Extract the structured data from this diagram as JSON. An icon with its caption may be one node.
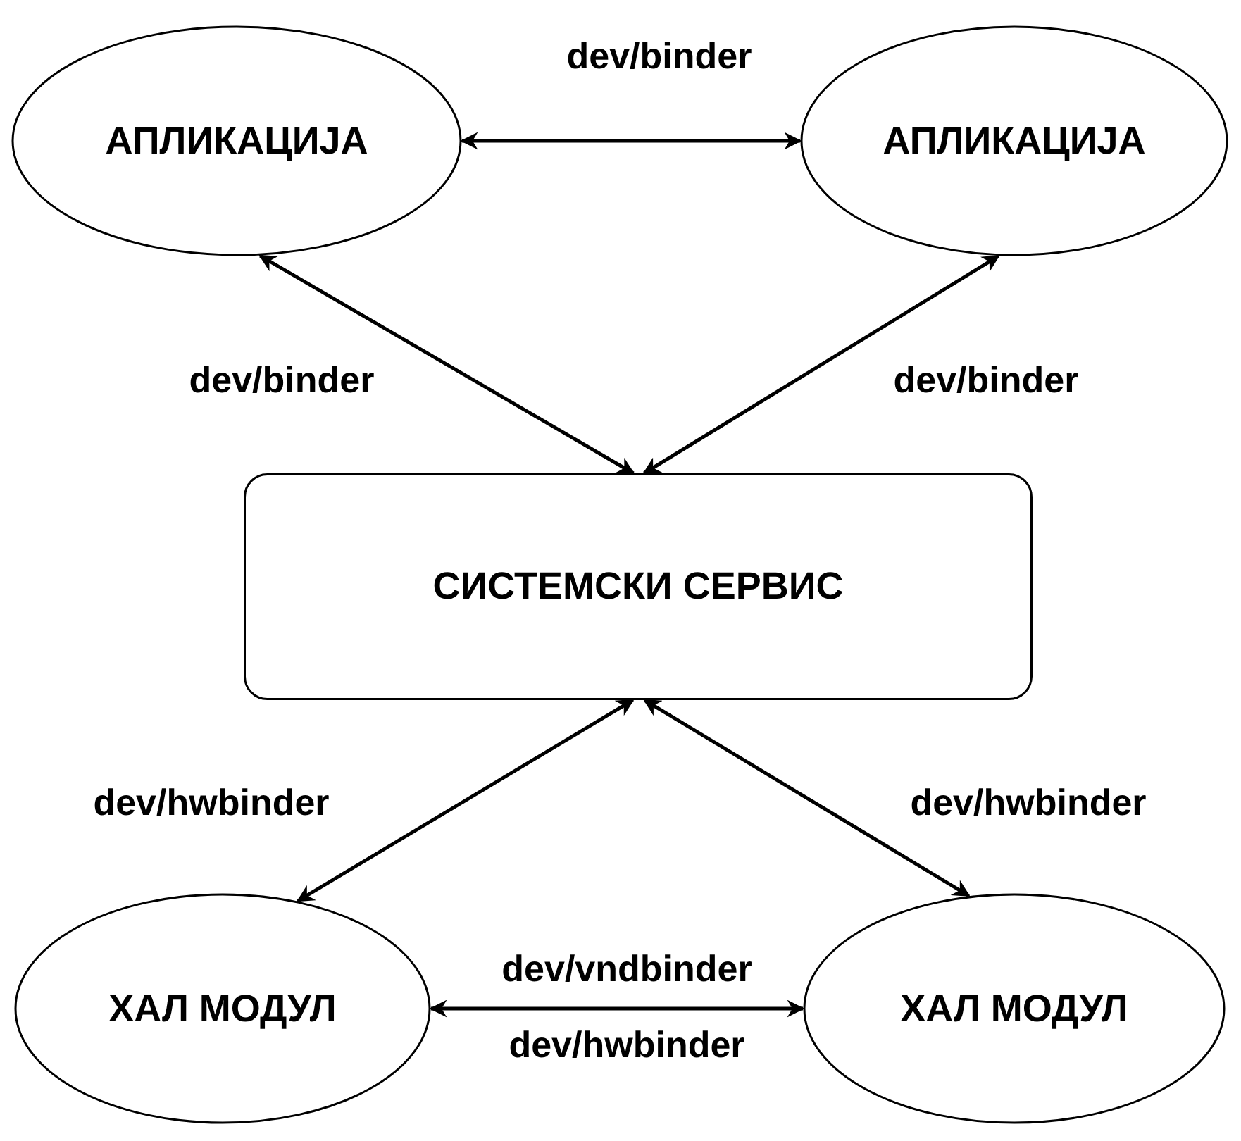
{
  "diagram": {
    "nodes": [
      {
        "text": [
          "АПЛИКАЦИЈА"
        ]
      },
      {
        "text": [
          "АПЛИКАЦИЈА"
        ]
      },
      {
        "text": [
          "СИСТЕМСКИ СЕРВИС"
        ]
      },
      {
        "text": [
          "ХАЛ МОДУЛ"
        ]
      },
      {
        "text": [
          "ХАЛ МОДУЛ"
        ]
      }
    ],
    "edges": [
      {
        "from": 0,
        "to": 1,
        "arrow": "both",
        "label": "dev/binder"
      },
      {
        "from": 0,
        "to": 2,
        "arrow": "both",
        "label": "dev/binder"
      },
      {
        "from": 1,
        "to": 2,
        "arrow": "both",
        "label": "dev/binder"
      },
      {
        "from": 2,
        "to": 3,
        "arrow": "both",
        "label": "dev/hwbinder"
      },
      {
        "from": 2,
        "to": 4,
        "arrow": "both",
        "label": "dev/hwbinder"
      },
      {
        "from": 3,
        "to": 4,
        "arrow": "both",
        "label": "dev/vndbinder"
      }
    ],
    "labels": [
      "dev/hwbinder"
    ]
  }
}
